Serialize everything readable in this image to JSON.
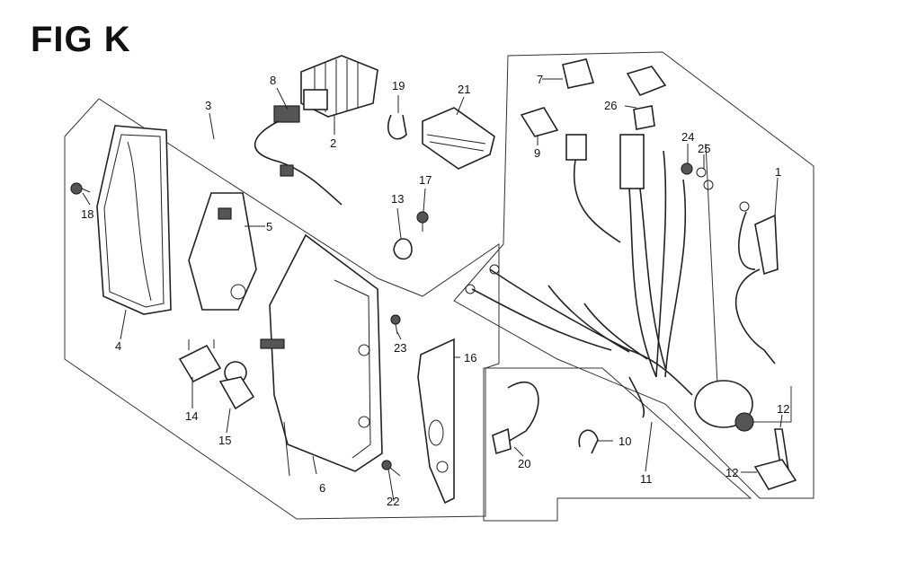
{
  "figure": {
    "title": "FIG K"
  },
  "parts": {
    "p1": "1",
    "p2": "2",
    "p3": "3",
    "p4": "4",
    "p5": "5",
    "p6": "6",
    "p7": "7",
    "p8": "8",
    "p9": "9",
    "p10": "10",
    "p11": "11",
    "p12a": "12",
    "p12b": "12",
    "p13": "13",
    "p14": "14",
    "p15": "15",
    "p16": "16",
    "p17": "17",
    "p18": "18",
    "p19": "19",
    "p20": "20",
    "p21": "21",
    "p22": "22",
    "p23": "23",
    "p24": "24",
    "p25": "25",
    "p26": "26"
  }
}
